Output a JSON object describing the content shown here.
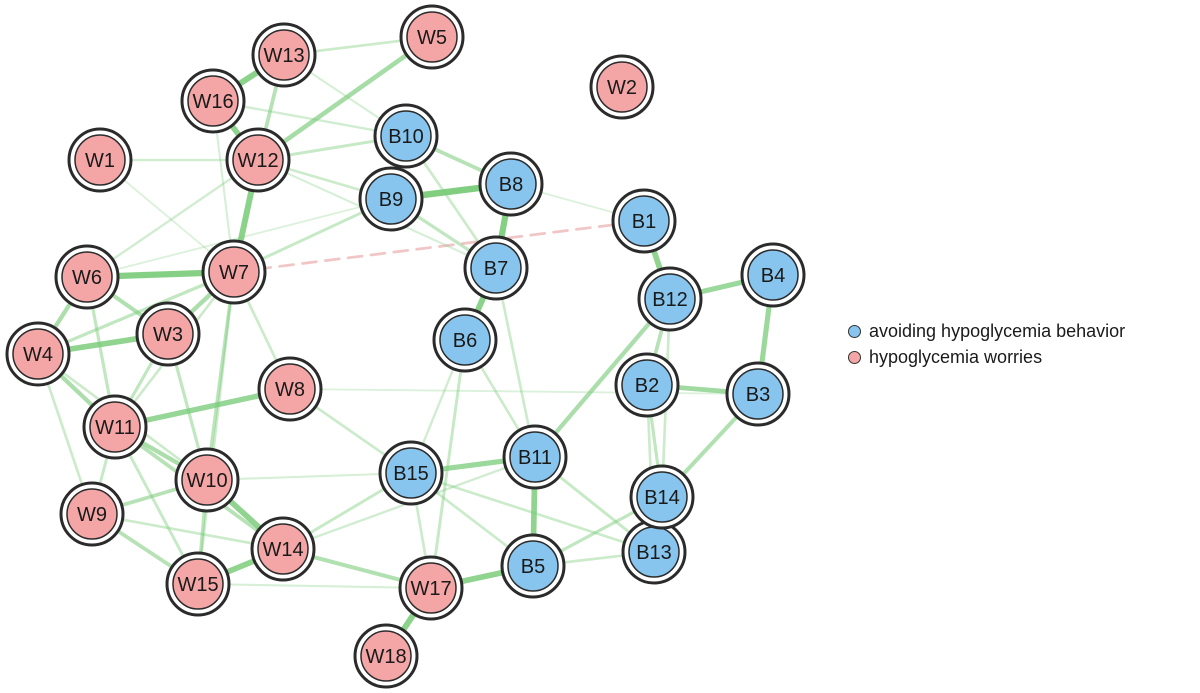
{
  "colors": {
    "behavior_fill": "#87C5EE",
    "worry_fill": "#F4A6A6",
    "ring": "#2b2b2b",
    "positive_edge": "#7ACB7A",
    "negative_edge": "#E8A3A3"
  },
  "legend": {
    "items": [
      {
        "label": "avoiding hypoglycemia behavior",
        "group": "behavior"
      },
      {
        "label": "hypoglycemia worries",
        "group": "worry"
      }
    ]
  },
  "nodes": [
    {
      "id": "W1",
      "label": "W1",
      "group": "worry"
    },
    {
      "id": "W2",
      "label": "W2",
      "group": "worry"
    },
    {
      "id": "W3",
      "label": "W3",
      "group": "worry"
    },
    {
      "id": "W4",
      "label": "W4",
      "group": "worry"
    },
    {
      "id": "W5",
      "label": "W5",
      "group": "worry"
    },
    {
      "id": "W6",
      "label": "W6",
      "group": "worry"
    },
    {
      "id": "W7",
      "label": "W7",
      "group": "worry"
    },
    {
      "id": "W8",
      "label": "W8",
      "group": "worry"
    },
    {
      "id": "W9",
      "label": "W9",
      "group": "worry"
    },
    {
      "id": "W10",
      "label": "W10",
      "group": "worry"
    },
    {
      "id": "W11",
      "label": "W11",
      "group": "worry"
    },
    {
      "id": "W12",
      "label": "W12",
      "group": "worry"
    },
    {
      "id": "W13",
      "label": "W13",
      "group": "worry"
    },
    {
      "id": "W14",
      "label": "W14",
      "group": "worry"
    },
    {
      "id": "W15",
      "label": "W15",
      "group": "worry"
    },
    {
      "id": "W16",
      "label": "W16",
      "group": "worry"
    },
    {
      "id": "W17",
      "label": "W17",
      "group": "worry"
    },
    {
      "id": "W18",
      "label": "W18",
      "group": "worry"
    },
    {
      "id": "B1",
      "label": "B1",
      "group": "behavior"
    },
    {
      "id": "B2",
      "label": "B2",
      "group": "behavior"
    },
    {
      "id": "B3",
      "label": "B3",
      "group": "behavior"
    },
    {
      "id": "B4",
      "label": "B4",
      "group": "behavior"
    },
    {
      "id": "B5",
      "label": "B5",
      "group": "behavior"
    },
    {
      "id": "B6",
      "label": "B6",
      "group": "behavior"
    },
    {
      "id": "B7",
      "label": "B7",
      "group": "behavior"
    },
    {
      "id": "B8",
      "label": "B8",
      "group": "behavior"
    },
    {
      "id": "B9",
      "label": "B9",
      "group": "behavior"
    },
    {
      "id": "B10",
      "label": "B10",
      "group": "behavior"
    },
    {
      "id": "B11",
      "label": "B11",
      "group": "behavior"
    },
    {
      "id": "B12",
      "label": "B12",
      "group": "behavior"
    },
    {
      "id": "B13",
      "label": "B13",
      "group": "behavior"
    },
    {
      "id": "B14",
      "label": "B14",
      "group": "behavior"
    },
    {
      "id": "B15",
      "label": "B15",
      "group": "behavior"
    }
  ],
  "edges": [
    {
      "from": "W13",
      "to": "W16",
      "weight": 0.9,
      "sign": "positive"
    },
    {
      "from": "W16",
      "to": "W12",
      "weight": 0.85,
      "sign": "positive"
    },
    {
      "from": "W13",
      "to": "W12",
      "weight": 0.5,
      "sign": "positive"
    },
    {
      "from": "W13",
      "to": "W5",
      "weight": 0.3,
      "sign": "positive"
    },
    {
      "from": "W5",
      "to": "W12",
      "weight": 0.65,
      "sign": "positive"
    },
    {
      "from": "W1",
      "to": "W12",
      "weight": 0.25,
      "sign": "positive"
    },
    {
      "from": "W12",
      "to": "B10",
      "weight": 0.35,
      "sign": "positive"
    },
    {
      "from": "W12",
      "to": "B9",
      "weight": 0.3,
      "sign": "positive"
    },
    {
      "from": "W12",
      "to": "W7",
      "weight": 0.9,
      "sign": "positive"
    },
    {
      "from": "W12",
      "to": "W6",
      "weight": 0.25,
      "sign": "positive"
    },
    {
      "from": "W16",
      "to": "B10",
      "weight": 0.25,
      "sign": "positive"
    },
    {
      "from": "W13",
      "to": "B10",
      "weight": 0.2,
      "sign": "positive"
    },
    {
      "from": "B10",
      "to": "B9",
      "weight": 0.95,
      "sign": "positive"
    },
    {
      "from": "B10",
      "to": "B8",
      "weight": 0.5,
      "sign": "positive"
    },
    {
      "from": "B9",
      "to": "B8",
      "weight": 1.0,
      "sign": "positive"
    },
    {
      "from": "B8",
      "to": "B7",
      "weight": 0.95,
      "sign": "positive"
    },
    {
      "from": "B9",
      "to": "B7",
      "weight": 0.4,
      "sign": "positive"
    },
    {
      "from": "B7",
      "to": "B6",
      "weight": 0.9,
      "sign": "positive"
    },
    {
      "from": "B10",
      "to": "B7",
      "weight": 0.3,
      "sign": "positive"
    },
    {
      "from": "B9",
      "to": "W7",
      "weight": 0.35,
      "sign": "positive"
    },
    {
      "from": "W7",
      "to": "B1",
      "weight": 0.5,
      "sign": "negative"
    },
    {
      "from": "W6",
      "to": "W7",
      "weight": 0.95,
      "sign": "positive"
    },
    {
      "from": "W6",
      "to": "W4",
      "weight": 0.6,
      "sign": "positive"
    },
    {
      "from": "W6",
      "to": "W3",
      "weight": 0.55,
      "sign": "positive"
    },
    {
      "from": "W4",
      "to": "W3",
      "weight": 0.85,
      "sign": "positive"
    },
    {
      "from": "W3",
      "to": "W7",
      "weight": 0.6,
      "sign": "positive"
    },
    {
      "from": "W4",
      "to": "W7",
      "weight": 0.4,
      "sign": "positive"
    },
    {
      "from": "W4",
      "to": "W11",
      "weight": 0.6,
      "sign": "positive"
    },
    {
      "from": "W6",
      "to": "W11",
      "weight": 0.4,
      "sign": "positive"
    },
    {
      "from": "W3",
      "to": "W11",
      "weight": 0.4,
      "sign": "positive"
    },
    {
      "from": "W11",
      "to": "W8",
      "weight": 0.8,
      "sign": "positive"
    },
    {
      "from": "W11",
      "to": "W10",
      "weight": 0.6,
      "sign": "positive"
    },
    {
      "from": "W11",
      "to": "W9",
      "weight": 0.35,
      "sign": "positive"
    },
    {
      "from": "W11",
      "to": "W15",
      "weight": 0.35,
      "sign": "positive"
    },
    {
      "from": "W11",
      "to": "W14",
      "weight": 0.5,
      "sign": "positive"
    },
    {
      "from": "W10",
      "to": "W14",
      "weight": 0.85,
      "sign": "positive"
    },
    {
      "from": "W10",
      "to": "W9",
      "weight": 0.5,
      "sign": "positive"
    },
    {
      "from": "W10",
      "to": "W15",
      "weight": 0.45,
      "sign": "positive"
    },
    {
      "from": "W9",
      "to": "W15",
      "weight": 0.5,
      "sign": "positive"
    },
    {
      "from": "W15",
      "to": "W14",
      "weight": 0.85,
      "sign": "positive"
    },
    {
      "from": "W14",
      "to": "W17",
      "weight": 0.55,
      "sign": "positive"
    },
    {
      "from": "W14",
      "to": "B15",
      "weight": 0.35,
      "sign": "positive"
    },
    {
      "from": "W10",
      "to": "W7",
      "weight": 0.45,
      "sign": "positive"
    },
    {
      "from": "W3",
      "to": "W10",
      "weight": 0.4,
      "sign": "positive"
    },
    {
      "from": "W4",
      "to": "W10",
      "weight": 0.3,
      "sign": "positive"
    },
    {
      "from": "W7",
      "to": "W8",
      "weight": 0.3,
      "sign": "positive"
    },
    {
      "from": "W17",
      "to": "W18",
      "weight": 0.9,
      "sign": "positive"
    },
    {
      "from": "W17",
      "to": "B5",
      "weight": 0.85,
      "sign": "positive"
    },
    {
      "from": "W17",
      "to": "B15",
      "weight": 0.3,
      "sign": "positive"
    },
    {
      "from": "B6",
      "to": "W17",
      "weight": 0.35,
      "sign": "positive"
    },
    {
      "from": "B15",
      "to": "B11",
      "weight": 0.75,
      "sign": "positive"
    },
    {
      "from": "B11",
      "to": "B5",
      "weight": 0.85,
      "sign": "positive"
    },
    {
      "from": "B11",
      "to": "B12",
      "weight": 0.6,
      "sign": "positive"
    },
    {
      "from": "B11",
      "to": "B13",
      "weight": 0.35,
      "sign": "positive"
    },
    {
      "from": "B5",
      "to": "B14",
      "weight": 0.4,
      "sign": "positive"
    },
    {
      "from": "B15",
      "to": "B13",
      "weight": 0.3,
      "sign": "positive"
    },
    {
      "from": "B15",
      "to": "B5",
      "weight": 0.3,
      "sign": "positive"
    },
    {
      "from": "B1",
      "to": "B12",
      "weight": 0.85,
      "sign": "positive"
    },
    {
      "from": "B12",
      "to": "B4",
      "weight": 0.75,
      "sign": "positive"
    },
    {
      "from": "B12",
      "to": "B2",
      "weight": 0.5,
      "sign": "positive"
    },
    {
      "from": "B4",
      "to": "B3",
      "weight": 0.75,
      "sign": "positive"
    },
    {
      "from": "B2",
      "to": "B3",
      "weight": 0.7,
      "sign": "positive"
    },
    {
      "from": "B3",
      "to": "B14",
      "weight": 0.55,
      "sign": "positive"
    },
    {
      "from": "B2",
      "to": "B14",
      "weight": 0.4,
      "sign": "positive"
    },
    {
      "from": "B14",
      "to": "B13",
      "weight": 0.55,
      "sign": "positive"
    },
    {
      "from": "B12",
      "to": "B14",
      "weight": 0.3,
      "sign": "positive"
    },
    {
      "from": "B8",
      "to": "B1",
      "weight": 0.15,
      "sign": "positive"
    },
    {
      "from": "B6",
      "to": "B11",
      "weight": 0.3,
      "sign": "positive"
    },
    {
      "from": "W8",
      "to": "B15",
      "weight": 0.3,
      "sign": "positive"
    },
    {
      "from": "W9",
      "to": "W14",
      "weight": 0.3,
      "sign": "positive"
    },
    {
      "from": "W1",
      "to": "W7",
      "weight": 0.15,
      "sign": "positive"
    },
    {
      "from": "W16",
      "to": "W7",
      "weight": 0.2,
      "sign": "positive"
    },
    {
      "from": "W7",
      "to": "W15",
      "weight": 0.3,
      "sign": "positive"
    },
    {
      "from": "W14",
      "to": "B11",
      "weight": 0.25,
      "sign": "positive"
    },
    {
      "from": "W10",
      "to": "B15",
      "weight": 0.2,
      "sign": "positive"
    },
    {
      "from": "B7",
      "to": "B11",
      "weight": 0.3,
      "sign": "positive"
    },
    {
      "from": "B6",
      "to": "B15",
      "weight": 0.25,
      "sign": "positive"
    },
    {
      "from": "W12",
      "to": "B7",
      "weight": 0.2,
      "sign": "positive"
    },
    {
      "from": "W6",
      "to": "B9",
      "weight": 0.15,
      "sign": "positive"
    },
    {
      "from": "W8",
      "to": "B3",
      "weight": 0.15,
      "sign": "positive"
    },
    {
      "from": "B5",
      "to": "B13",
      "weight": 0.3,
      "sign": "positive"
    },
    {
      "from": "B2",
      "to": "B13",
      "weight": 0.3,
      "sign": "positive"
    },
    {
      "from": "W15",
      "to": "W17",
      "weight": 0.2,
      "sign": "positive"
    },
    {
      "from": "W9",
      "to": "W4",
      "weight": 0.3,
      "sign": "positive"
    },
    {
      "from": "W11",
      "to": "W7",
      "weight": 0.3,
      "sign": "positive"
    }
  ]
}
